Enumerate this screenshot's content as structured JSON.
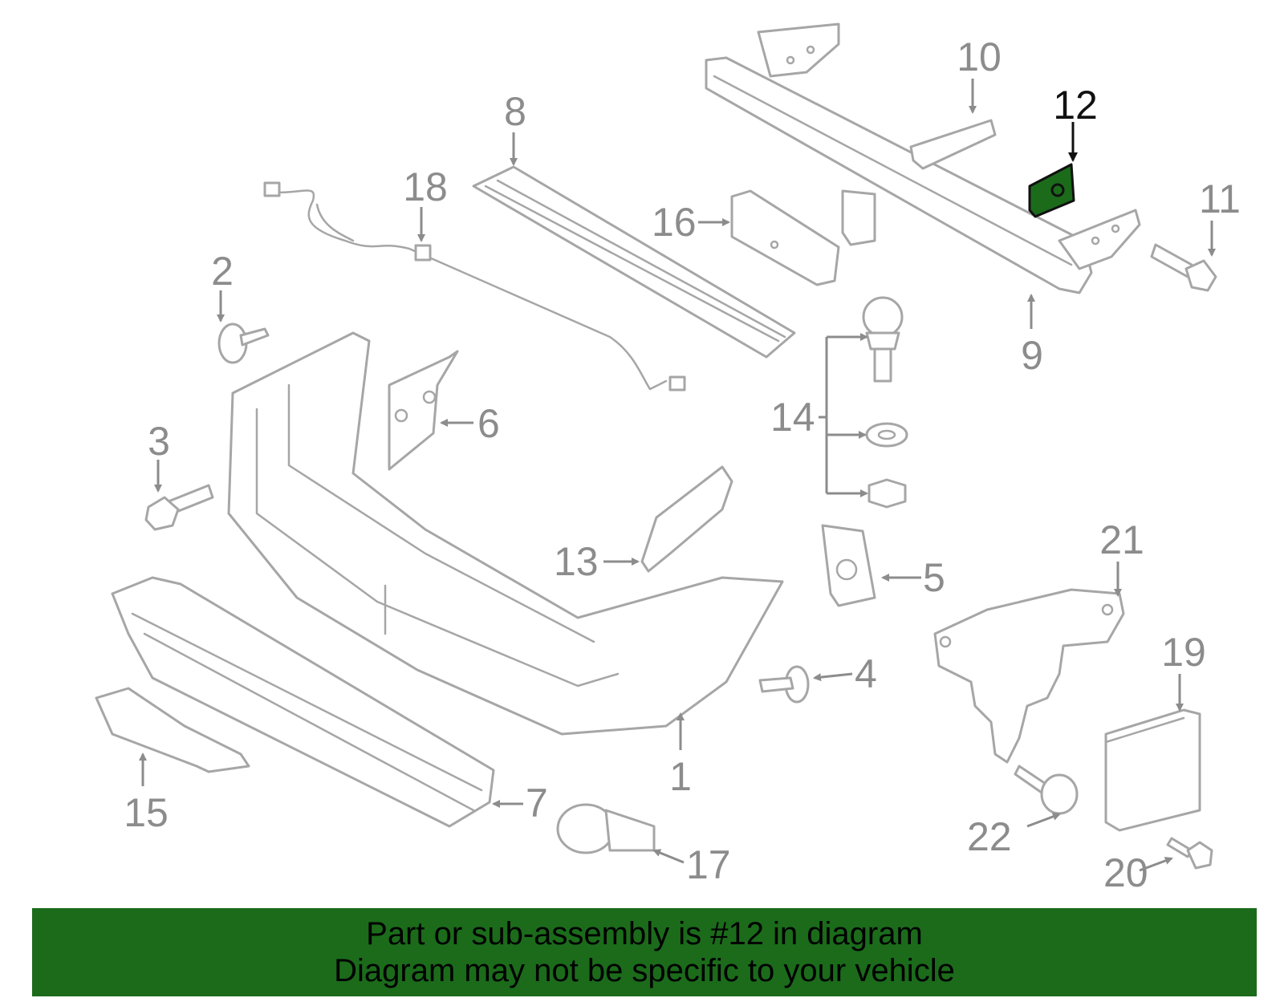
{
  "diagram": {
    "highlight_color": "#1b6b1b",
    "highlighted_part": "12",
    "callouts": [
      "1",
      "2",
      "3",
      "4",
      "5",
      "6",
      "7",
      "8",
      "9",
      "10",
      "11",
      "12",
      "13",
      "14",
      "15",
      "16",
      "17",
      "18",
      "19",
      "20",
      "21",
      "22"
    ]
  },
  "banner": {
    "line1": "Part or sub-assembly is #12 in diagram",
    "line2": "Diagram may not be specific to your vehicle"
  }
}
